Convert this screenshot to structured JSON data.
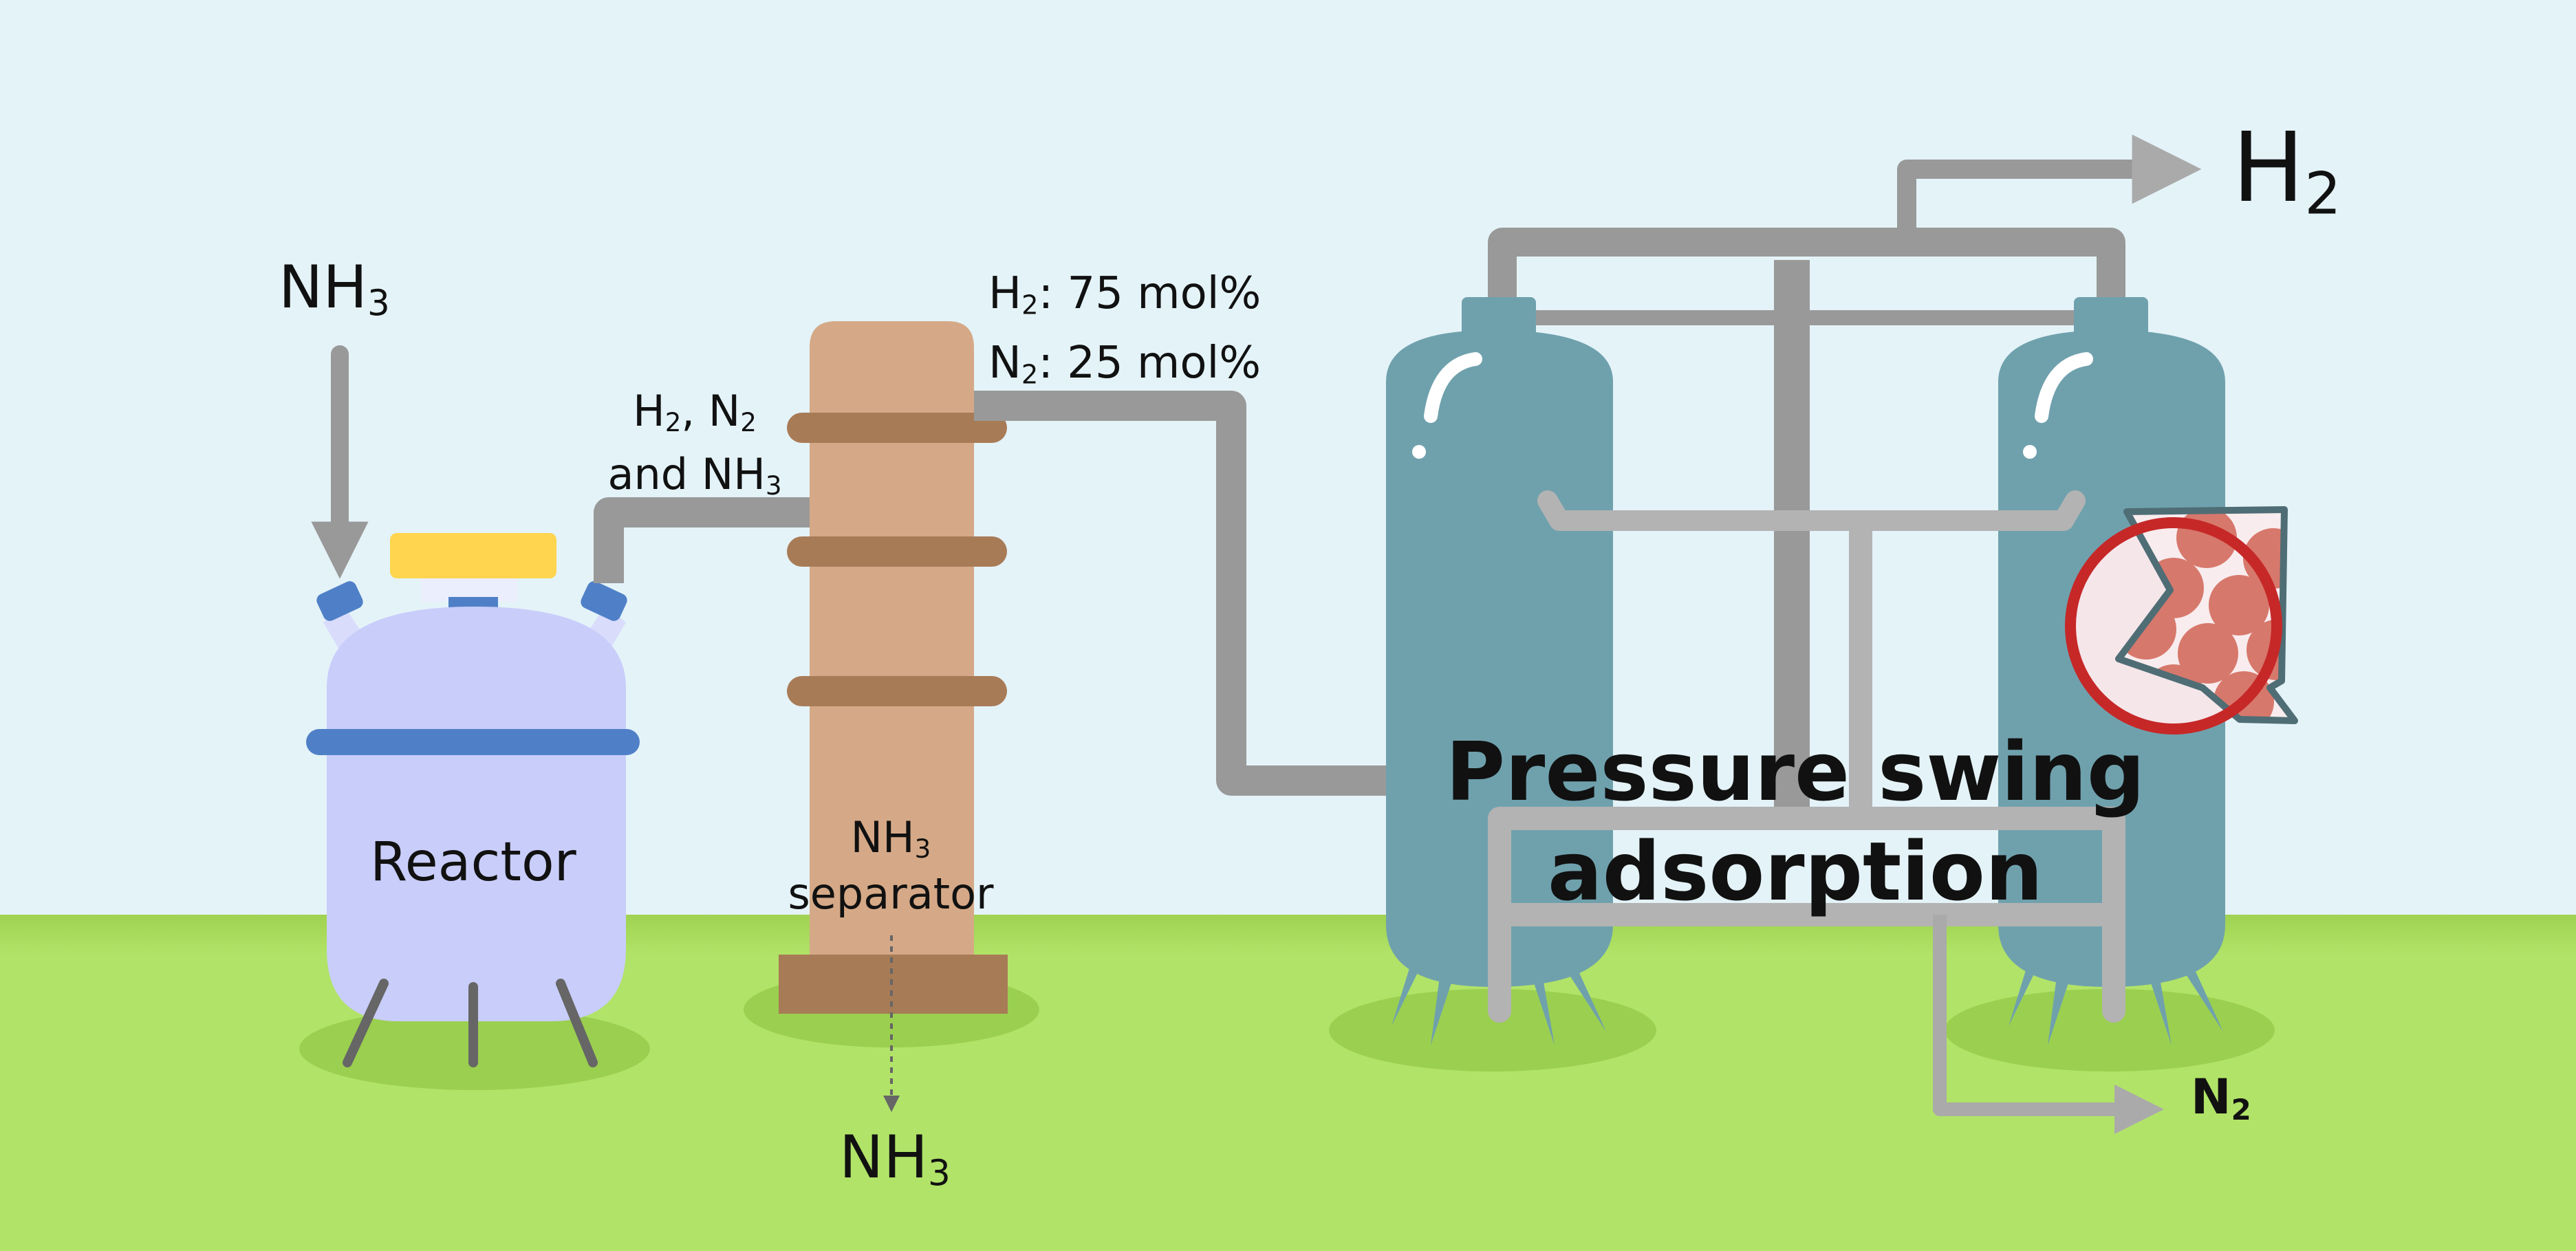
{
  "inputs": {
    "feed": {
      "formula": "NH",
      "subscript": "3"
    }
  },
  "reactor": {
    "label": "Reactor"
  },
  "reactor_outlet": {
    "line1_a": "H",
    "line1_a_sub": "2",
    "line1_b": ", N",
    "line1_b_sub": "2",
    "line2_a": "and NH",
    "line2_a_sub": "3"
  },
  "separator": {
    "label_formula": "NH",
    "label_subscript": "3",
    "label_word": "separator",
    "bottom_output": {
      "formula": "NH",
      "subscript": "3"
    }
  },
  "separator_outlet": {
    "h2": {
      "species": "H",
      "subscript": "2",
      "value": ": 75 mol%"
    },
    "n2": {
      "species": "N",
      "subscript": "2",
      "value": ": 25 mol%"
    }
  },
  "psa": {
    "line1": "Pressure swing",
    "line2": "adsorption"
  },
  "outputs": {
    "top": {
      "species": "H",
      "subscript": "2"
    },
    "bottom": {
      "species": "N",
      "subscript": "2"
    }
  },
  "colors": {
    "sky": "#e4f3f8",
    "grass": "#b1e368",
    "pipe": "#999999",
    "pipe_light": "#b3b3b3",
    "reactor_body": "#c9cdfa",
    "reactor_band": "#4f80c7",
    "reactor_cap": "#ffd54f",
    "separator_body": "#d5a987",
    "separator_band": "#a87b57",
    "vessel": "#6fa1ad",
    "magnifier_ring": "#c62828",
    "adsorbent_bead": "#d7786c"
  },
  "icons": [
    "reactor-vessel-icon",
    "separator-column-icon",
    "psa-vessel-icon",
    "magnifier-icon",
    "arrow-icon"
  ]
}
